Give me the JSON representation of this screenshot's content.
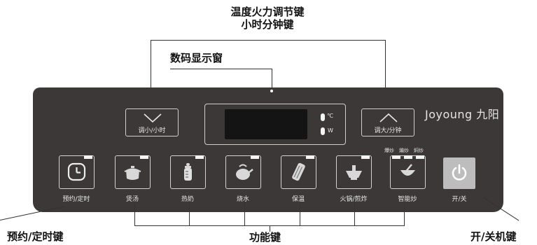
{
  "callouts": {
    "adjust_keys_line1": "温度火力调节键",
    "adjust_keys_line2": "小时分钟键",
    "display_window": "数码显示窗",
    "preset_timer_key": "预约/定时键",
    "function_keys": "功能键",
    "power_key": "开/关机键"
  },
  "panel": {
    "brand": "Joyoung 九阳",
    "decrease_button": "调小/小时",
    "increase_button": "调大/分钟",
    "indicator_celsius": "℃",
    "indicator_watt": "W",
    "timer_button": "预约/定时",
    "functions": [
      "煲汤",
      "热奶",
      "烧水",
      "保温",
      "火锅/煎炸",
      "智能炒"
    ],
    "stir_fry_levels": [
      "爆炒",
      "煸炒",
      "焖炒"
    ],
    "power_button": "开/关"
  }
}
